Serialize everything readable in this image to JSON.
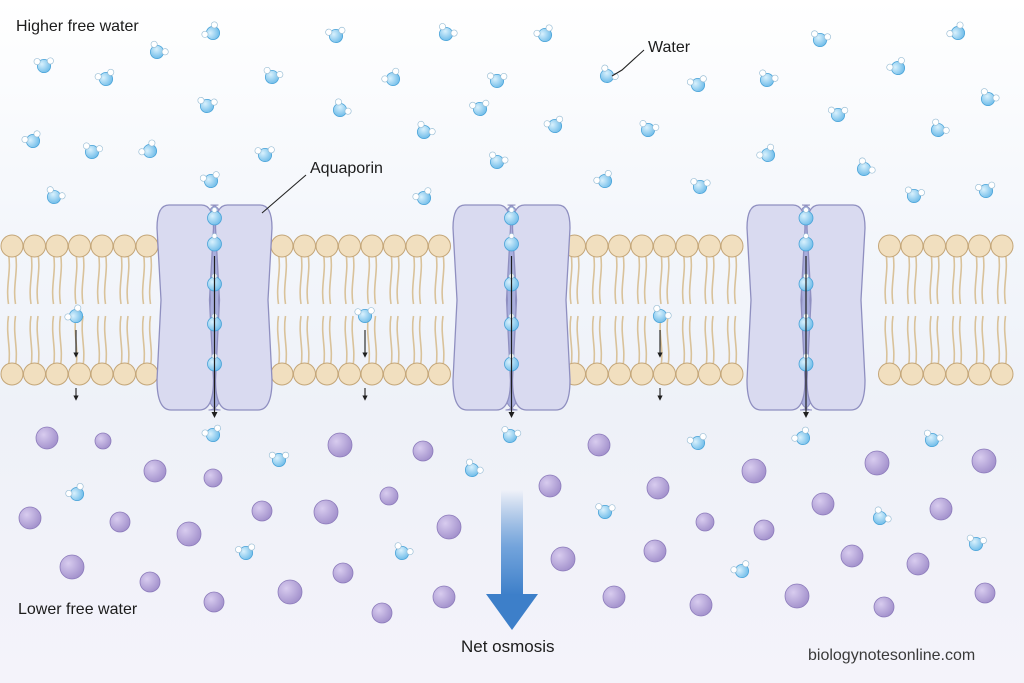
{
  "labels": {
    "higher_free_water": "Higher free water",
    "lower_free_water": "Lower free water",
    "water": "Water",
    "aquaporin": "Aquaporin",
    "net_osmosis": "Net osmosis",
    "credit": "biologynotesonline.com"
  },
  "colors": {
    "lipid_head": "#f1dfbf",
    "lipid_head_stroke": "#c4a678",
    "lipid_tail": "#d9c29a",
    "aquaporin_fill": "#d9daf0",
    "aquaporin_stroke": "#8f8fc0",
    "aquaporin_channel": "#a9aedd",
    "water_oxygen": "#7fc8ef",
    "water_hydrogen": "#ffffff",
    "solute": "#b3a3d6",
    "solute_stroke": "#8c7bbb",
    "arrow": "#3d7fc9"
  },
  "icons": {
    "water": "water-molecule-icon",
    "solute": "solute-particle-icon",
    "aquaporin": "aquaporin-channel-icon",
    "arrow": "net-osmosis-arrow-icon"
  }
}
